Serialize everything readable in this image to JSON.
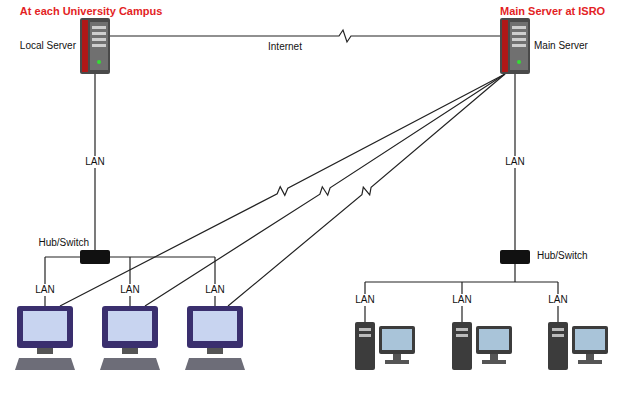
{
  "diagram": {
    "nodes": [
      {
        "text": [
          "At each University Campus",
          "Local Server"
        ]
      },
      {
        "text": [
          "Main Server at ISRO",
          "Main Server"
        ]
      },
      {
        "text": [
          "Hub/Switch"
        ]
      },
      {
        "text": [
          "Hub/Switch"
        ]
      }
    ],
    "edges": [
      {
        "from": 0,
        "to": 1,
        "arrow": "none",
        "label": "Internet"
      },
      {
        "from": 0,
        "to": 2,
        "arrow": "none",
        "label": "LAN"
      },
      {
        "from": 1,
        "to": 3,
        "arrow": "none",
        "label": "LAN"
      }
    ],
    "labels": [
      "LAN",
      "LAN",
      "LAN",
      "LAN",
      "LAN",
      "LAN"
    ]
  }
}
